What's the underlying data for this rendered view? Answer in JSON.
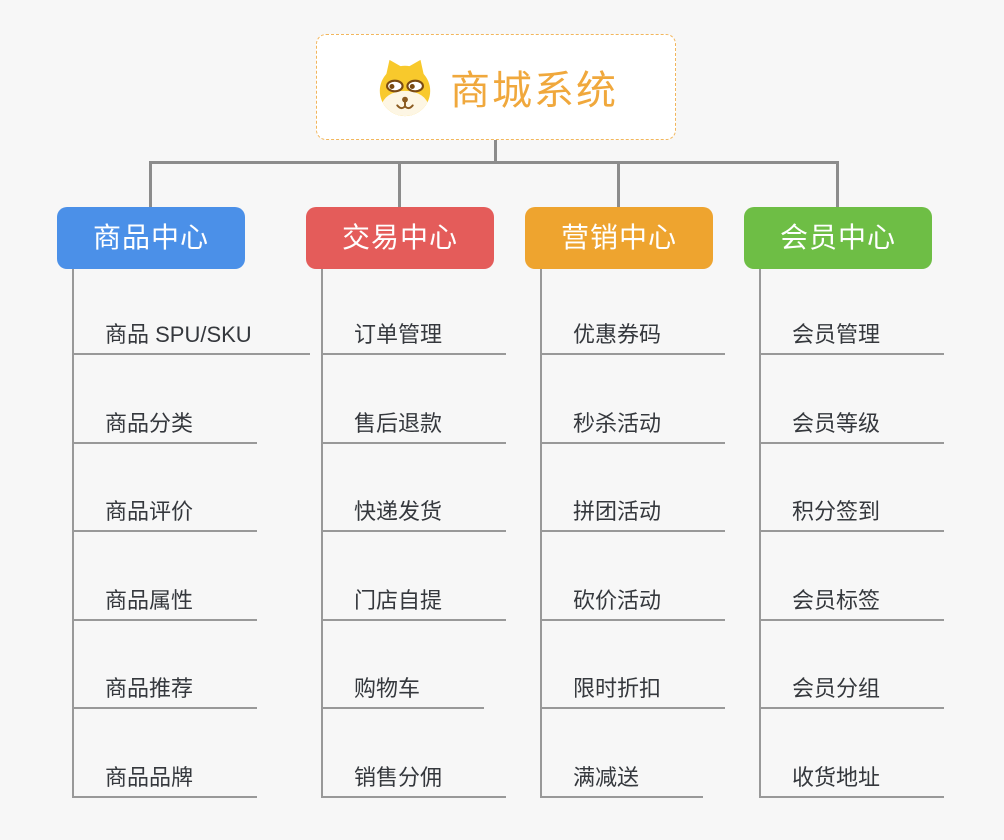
{
  "canvas": {
    "background_color": "#f7f7f7",
    "connector_color": "#8c8c8c",
    "leaf_line_color": "#999999"
  },
  "root": {
    "title": "商城系统",
    "icon": "dog-face-icon",
    "text_color": "#f0a83c",
    "border_color": "#f2b65c"
  },
  "branches": [
    {
      "label": "商品中心",
      "color": "#4b90e8",
      "items": [
        "商品 SPU/SKU",
        "商品分类",
        "商品评价",
        "商品属性",
        "商品推荐",
        "商品品牌"
      ]
    },
    {
      "label": "交易中心",
      "color": "#e45c5a",
      "items": [
        "订单管理",
        "售后退款",
        "快递发货",
        "门店自提",
        "购物车",
        "销售分佣"
      ]
    },
    {
      "label": "营销中心",
      "color": "#eea42f",
      "items": [
        "优惠券码",
        "秒杀活动",
        "拼团活动",
        "砍价活动",
        "限时折扣",
        "满减送"
      ]
    },
    {
      "label": "会员中心",
      "color": "#6ebe45",
      "items": [
        "会员管理",
        "会员等级",
        "积分签到",
        "会员标签",
        "会员分组",
        "收货地址"
      ]
    }
  ]
}
